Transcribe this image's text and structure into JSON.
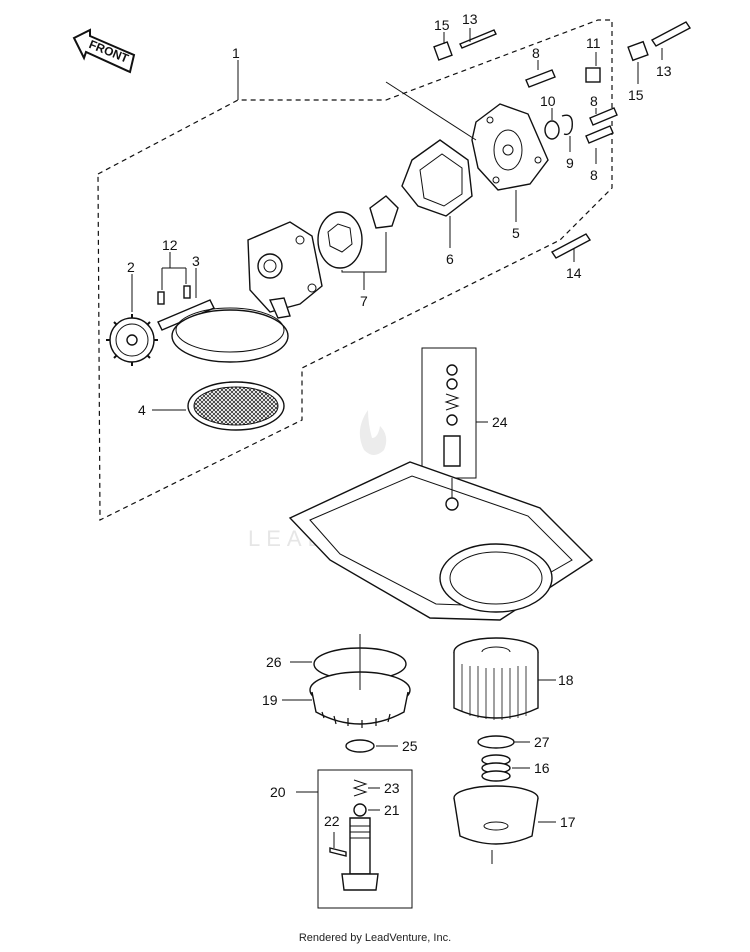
{
  "front_label": "FRONT",
  "watermark": "LEADVENTURE",
  "footer": "Rendered by LeadVenture, Inc.",
  "callouts": {
    "c1": "1",
    "c2": "2",
    "c3": "3",
    "c4": "4",
    "c5": "5",
    "c6": "6",
    "c7": "7",
    "c8a": "8",
    "c8b": "8",
    "c8c": "8",
    "c9": "9",
    "c10": "10",
    "c11": "11",
    "c12": "12",
    "c13a": "13",
    "c13b": "13",
    "c14": "14",
    "c15a": "15",
    "c15b": "15",
    "c16": "16",
    "c17": "17",
    "c18": "18",
    "c19": "19",
    "c20": "20",
    "c21": "21",
    "c22": "22",
    "c23": "23",
    "c24": "24",
    "c25": "25",
    "c26": "26",
    "c27": "27"
  }
}
